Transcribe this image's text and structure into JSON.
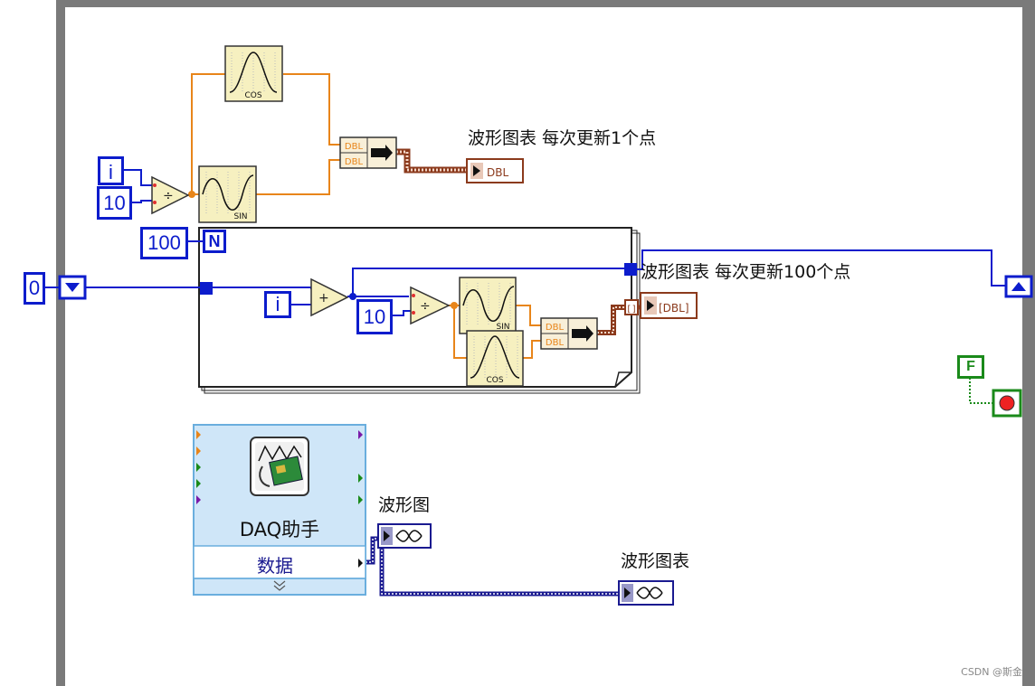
{
  "labels": {
    "chart_1pt": "波形图表 每次更新1个点",
    "chart_100pt": "波形图表 每次更新100个点",
    "graph": "波形图",
    "chart": "波形图表"
  },
  "constants": {
    "index_top": "i",
    "ten_top": "10",
    "hundred": "100",
    "loop_count": "N",
    "zero": "0",
    "index_loop": "i",
    "ten_loop": "10",
    "false_const": "F"
  },
  "functions": {
    "cos_top": "COS",
    "sin_top": "SIN",
    "sin_loop": "SIN",
    "cos_loop": "COS",
    "dbl": "DBL",
    "dbl_array": "[DBL]"
  },
  "express_vi": {
    "name": "DAQ助手",
    "output": "数据"
  },
  "watermark": "CSDN @斯金",
  "colors": {
    "wire_blue": "#0c1ccc",
    "wire_orange": "#e8851a",
    "wire_brown": "#8b3a1c",
    "wire_dynamic": "#1a1a90",
    "frame_gray": "#7a7a7a"
  }
}
